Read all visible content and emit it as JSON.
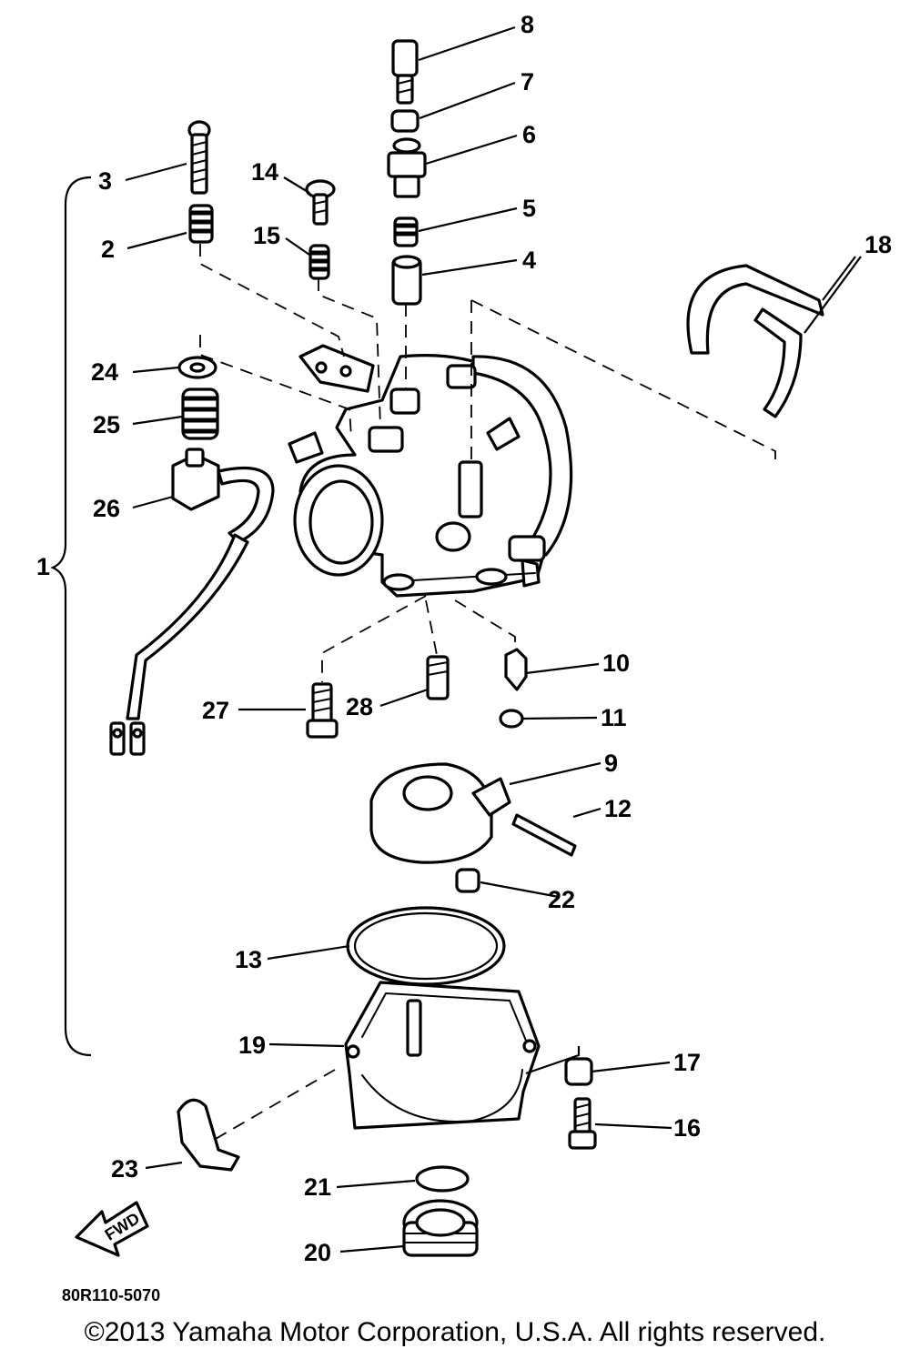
{
  "callouts": {
    "c1": "1",
    "c2": "2",
    "c3": "3",
    "c4": "4",
    "c5": "5",
    "c6": "6",
    "c7": "7",
    "c8": "8",
    "c9": "9",
    "c10": "10",
    "c11": "11",
    "c12": "12",
    "c13": "13",
    "c14": "14",
    "c15": "15",
    "c16": "16",
    "c17": "17",
    "c18": "18",
    "c19": "19",
    "c20": "20",
    "c21": "21",
    "c22": "22",
    "c23": "23",
    "c24": "24",
    "c25": "25",
    "c26": "26",
    "c27": "27",
    "c28": "28"
  },
  "fwd_label": "FWD",
  "diagram_code": "80R110-5070",
  "copyright": "©2013 Yamaha Motor Corporation, U.S.A. All rights reserved."
}
